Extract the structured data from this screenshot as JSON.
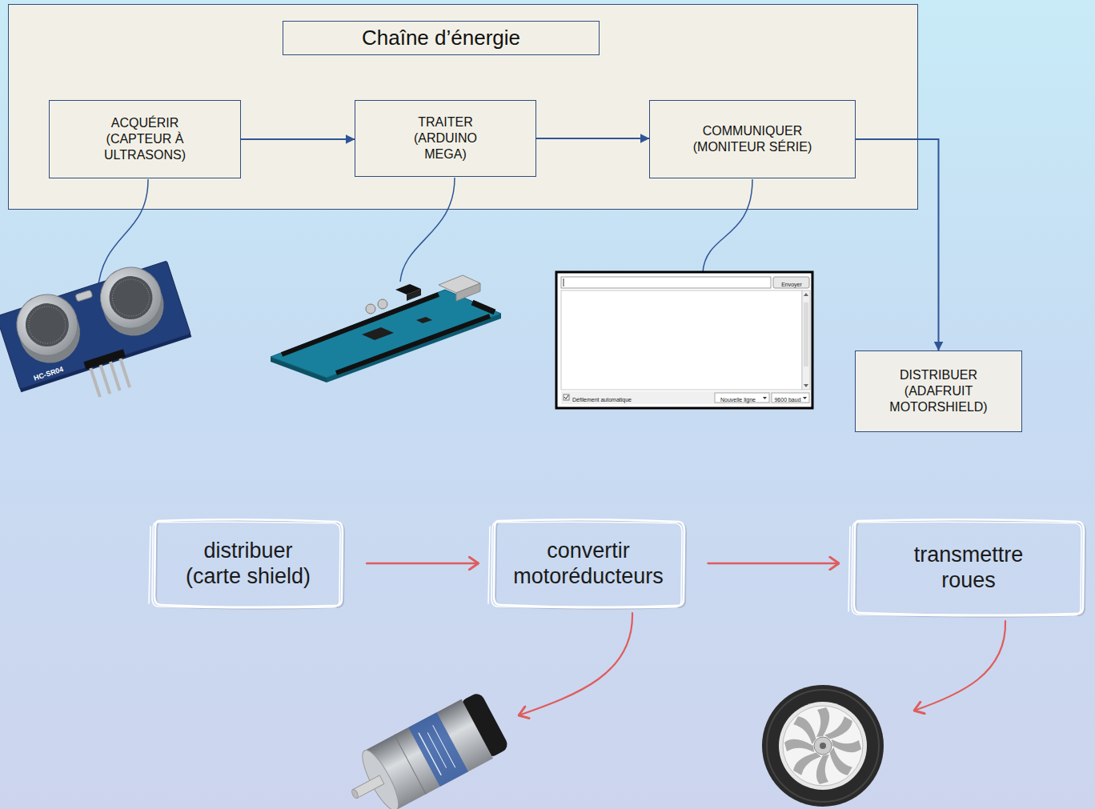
{
  "diagram": {
    "nodes": [
      {
        "text": [
          "Chaîne d’énergie"
        ]
      },
      {
        "text": [
          "ACQUÉRIR (CAPTEUR À ULTRASONS)"
        ],
        "in": 0
      },
      {
        "text": [
          "TRAITER (ARDUINO MEGA)"
        ],
        "in": 0
      },
      {
        "text": [
          "COMMUNIQUER (MONITEUR SÉRIE)"
        ],
        "in": 0
      },
      {
        "text": [
          "DISTRIBUER (ADAFRUIT MOTORSHIELD)"
        ]
      },
      {
        "text": [
          "distribuer (carte shield)"
        ]
      },
      {
        "text": [
          "convertir motoréducteurs"
        ]
      },
      {
        "text": [
          "transmettre roues"
        ]
      }
    ],
    "edges": [
      {
        "from": 1,
        "to": 2,
        "arrow": "to"
      },
      {
        "from": 2,
        "to": 3,
        "arrow": "to"
      },
      {
        "from": 3,
        "to": 4,
        "arrow": "to"
      },
      {
        "from": 5,
        "to": 6,
        "arrow": "to"
      },
      {
        "from": 6,
        "to": 7,
        "arrow": "to"
      }
    ],
    "labels": [
      "HC-SR04",
      "Envoyer",
      "Défilement automatique",
      "Nouvelle ligne",
      "9600 baud"
    ]
  }
}
